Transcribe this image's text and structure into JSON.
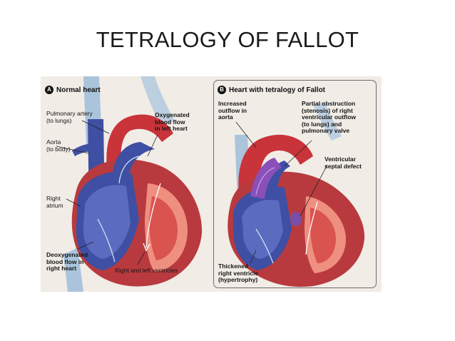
{
  "slide": {
    "title": "TETRALOGY OF FALLOT"
  },
  "panel_a": {
    "badge": "A",
    "title": "Normal heart",
    "labels": {
      "pulmonary_artery": "Pulmonary artery\n(to lungs)",
      "aorta": "Aorta\n(to body)",
      "oxygenated": "Oxygenated\nblood flow\nin left heart",
      "right_atrium": "Right\natrium",
      "deoxygenated": "Deoxygenated\nblood flow in\nright heart",
      "ventricles": "Right and left ventricles"
    }
  },
  "panel_b": {
    "badge": "B",
    "title": "Heart with tetralogy of Fallot",
    "labels": {
      "increased_outflow": "Increased\noutflow in\naorta",
      "partial_obstruction": "Partial obstruction\n(stenosis) of right\nventricular outflow\n(to lungs) and\npulmonary valve",
      "septal_defect": "Ventricular\nseptal defect",
      "thickened": "Thickened\nright ventricle\n(hypertrophy)"
    }
  },
  "colors": {
    "oxygenated": "#c9333a",
    "deoxygenated": "#3f4fa3",
    "muscle": "#b83a3e",
    "chamber": "#ef8f80",
    "vessel_light": "#aac4dc"
  }
}
